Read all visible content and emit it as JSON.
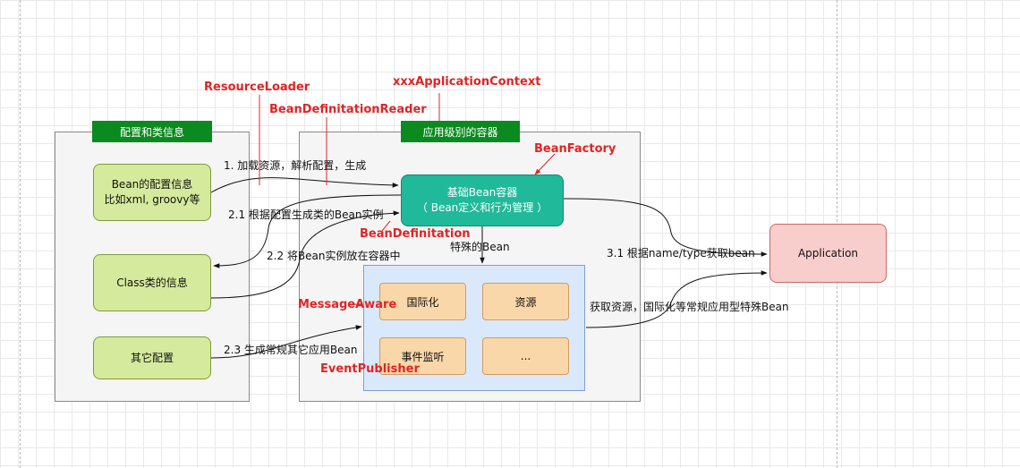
{
  "groups": {
    "config": {
      "tag": "配置和类信息"
    },
    "container": {
      "tag": "应用级别的容器"
    }
  },
  "boxes": {
    "bean_config": {
      "line1": "Bean的配置信息",
      "line2": "比如xml, groovy等"
    },
    "class_info": "Class类的信息",
    "other_config": "其它配置",
    "base_container": {
      "line1": "基础Bean容器",
      "line2": "（ Bean定义和行为管理 ）"
    },
    "i18n": "国际化",
    "resource": "资源",
    "event_listener": "事件监听",
    "more": "...",
    "application": "Application"
  },
  "edge_labels": {
    "load": "1. 加载资源，解析配置，生成",
    "gen_instance": "2.1  根据配置生成类的Bean实例",
    "put_instance": "2.2 将Bean实例放在容器中",
    "special_bean": "特殊的Bean",
    "regular_bean": "2.3 生成常规其它应用Bean",
    "get_bean": "3.1 根据name/type获取bean",
    "get_resource": "获取资源，国际化等常规应用型特殊Bean"
  },
  "annotations": {
    "resource_loader": "ResourceLoader",
    "def_reader": "BeanDefinitationReader",
    "app_context": "xxxApplicationContext",
    "bean_factory": "BeanFactory",
    "bean_definition": "BeanDefinitation",
    "message_aware": "MessageAware",
    "event_publisher": "EventPublisher"
  },
  "colors": {
    "annotation_red": "#e02424",
    "tag_green": "#0a8a1f",
    "box_green": "#d5ea9c",
    "box_teal": "#20b99a",
    "box_blue": "#dae8fc",
    "box_orange": "#fad7a8",
    "box_pink": "#f8cecc"
  }
}
